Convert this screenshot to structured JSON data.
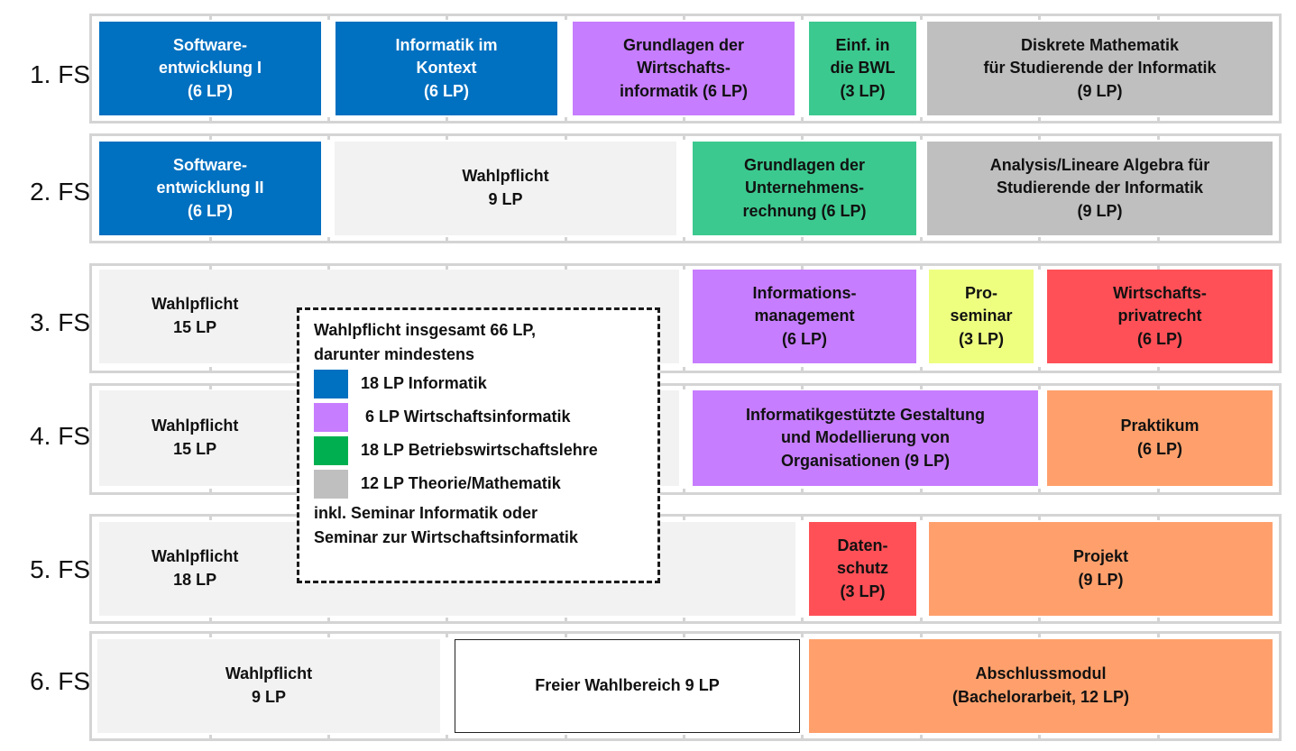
{
  "semesters": [
    {
      "label": "1. FS",
      "modules": [
        {
          "text": "Software-\nentwicklung I\n(6 LP)",
          "category": "informatik"
        },
        {
          "text": "Informatik im\nKontext\n(6 LP)",
          "category": "informatik"
        },
        {
          "text": "Grundlagen der\nWirtschafts-\ninformatik (6 LP)",
          "category": "wirtschaftsinformatik"
        },
        {
          "text": "Einf. in\ndie BWL\n(3 LP)",
          "category": "bwl"
        },
        {
          "text": "Diskrete Mathematik\nfür Studierende der Informatik\n(9 LP)",
          "category": "theorie"
        }
      ]
    },
    {
      "label": "2. FS",
      "modules": [
        {
          "text": "Software-\nentwicklung II\n(6 LP)",
          "category": "informatik"
        },
        {
          "text": "Wahlpflicht\n9 LP",
          "category": "wahlpflicht"
        },
        {
          "text": "Grundlagen der\nUnternehmens-\nrechnung (6 LP)",
          "category": "bwl"
        },
        {
          "text": "Analysis/Lineare Algebra für\nStudierende der Informatik\n(9 LP)",
          "category": "theorie"
        }
      ]
    },
    {
      "label": "3. FS",
      "modules": [
        {
          "text": "Wahlpflicht\n15 LP",
          "category": "wahlpflicht"
        },
        {
          "text": "Informations-\nmanagement\n(6 LP)",
          "category": "wirtschaftsinformatik"
        },
        {
          "text": "Pro-\nseminar\n(3 LP)",
          "category": "seminar"
        },
        {
          "text": "Wirtschafts-\nprivatrecht\n(6 LP)",
          "category": "recht"
        }
      ]
    },
    {
      "label": "4. FS",
      "modules": [
        {
          "text": "Wahlpflicht\n15 LP",
          "category": "wahlpflicht"
        },
        {
          "text": "Informatikgestützte Gestaltung\nund Modellierung von\nOrganisationen (9 LP)",
          "category": "wirtschaftsinformatik"
        },
        {
          "text": "Praktikum\n(6 LP)",
          "category": "praxis"
        }
      ]
    },
    {
      "label": "5. FS",
      "modules": [
        {
          "text": "Wahlpflicht\n18 LP",
          "category": "wahlpflicht"
        },
        {
          "text": "Daten-\nschutz\n(3 LP)",
          "category": "recht"
        },
        {
          "text": "Projekt\n(9 LP)",
          "category": "praxis"
        }
      ]
    },
    {
      "label": "6. FS",
      "modules": [
        {
          "text": "Wahlpflicht\n9 LP",
          "category": "wahlpflicht"
        },
        {
          "text": "Freier Wahlbereich 9 LP",
          "category": "frei"
        },
        {
          "text": "Abschlussmodul\n(Bachelorarbeit, 12 LP)",
          "category": "praxis"
        }
      ]
    }
  ],
  "legend": {
    "intro": "Wahlpflicht insgesamt 66 LP,\ndarunter mindestens",
    "items": [
      {
        "text": "18 LP Informatik",
        "color": "#0070c0"
      },
      {
        "text": " 6 LP Wirtschaftsinformatik",
        "color": "#c77dff"
      },
      {
        "text": "18 LP Betriebswirtschaftslehre",
        "color": "#00b050"
      },
      {
        "text": "12 LP Theorie/Mathematik",
        "color": "#bfbfbf"
      }
    ],
    "outro": "inkl. Seminar Informatik oder\nSeminar zur Wirtschaftsinformatik"
  },
  "colors": {
    "informatik": "#0070c0",
    "wirtschaftsinformatik": "#c77dff",
    "bwl": "#3cc98f",
    "theorie": "#bfbfbf",
    "wahlpflicht": "#f2f2f2",
    "frei": "#ffffff",
    "recht": "#ff5057",
    "seminar": "#eeff80",
    "praxis": "#ffa06c"
  }
}
